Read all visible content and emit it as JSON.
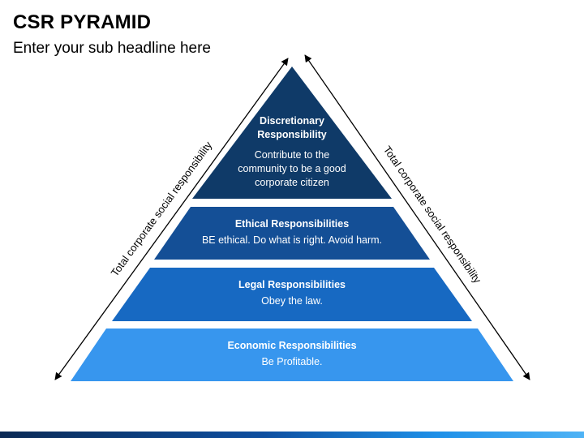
{
  "header": {
    "title": "CSR PYRAMID",
    "subtitle": "Enter your sub headline here"
  },
  "side_labels": {
    "left": "Total corporate social responsibility",
    "right": "Total corporate social responsibility"
  },
  "tiers": [
    {
      "title": "Discretionary Responsibility",
      "desc": "Contribute to the community to be a good corporate citizen",
      "color": "#0f3a68"
    },
    {
      "title": "Ethical Responsibilities",
      "desc": "BE ethical. Do what is right. Avoid harm.",
      "color": "#144f96"
    },
    {
      "title": "Legal Responsibilities",
      "desc": "Obey the law.",
      "color": "#1769c2"
    },
    {
      "title": "Economic Responsibilities",
      "desc": "Be Profitable.",
      "color": "#3796ee"
    }
  ]
}
